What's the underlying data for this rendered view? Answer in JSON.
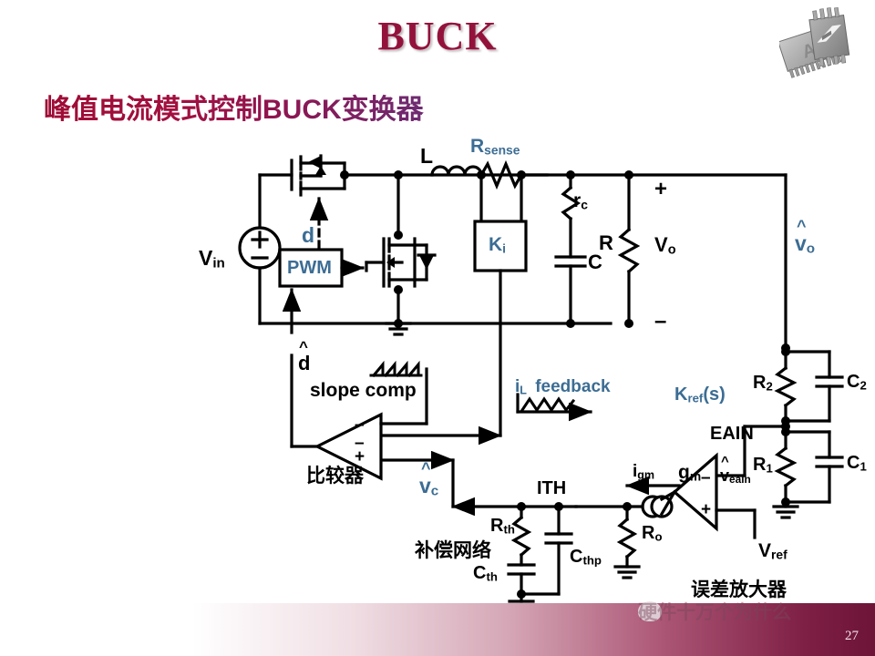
{
  "slide": {
    "title": "BUCK",
    "subtitle": "峰值电流模式控制BUCK变换器",
    "page_number": "27",
    "watermark": "硬件十万个为什么"
  },
  "colors": {
    "title": "#93123c",
    "accent_blue": "#3c6d94",
    "wire": "#000000",
    "bar_end": "#6d1438"
  },
  "power_stage": {
    "vin_label": "V",
    "vin_sub": "in",
    "pwm_block": "PWM",
    "duty_label": "d",
    "inductor_label": "L",
    "rsense_label": "R",
    "rsense_sub": "sense",
    "ki_label": "K",
    "ki_sub": "i",
    "esr_label": "r",
    "esr_sub": "c",
    "cap_label": "C",
    "load_label": "R",
    "vout_label": "V",
    "vout_sub": "o",
    "plus_sign": "+",
    "minus_sign": "–",
    "vout_hat_label": "v",
    "vout_hat_sub": "o"
  },
  "control": {
    "dhat_label": "d",
    "slope_comp": "slope comp",
    "comparator_cn": "比较器",
    "comparator_minus1": "–",
    "comparator_minus2": "–",
    "comparator_plus": "+",
    "il_feedback": "feedback",
    "il_label": "i",
    "il_sub": "L",
    "vc_label": "v",
    "vc_sub": "c",
    "ith_label": "ITH",
    "kref_label": "K",
    "kref_sub": "ref",
    "kref_tail": "(s)"
  },
  "compensation": {
    "title_cn": "补偿网络",
    "rth_label": "R",
    "rth_sub": "th",
    "cth_label": "C",
    "cth_sub": "th",
    "cthp_label": "C",
    "cthp_sub": "thp",
    "ro_label": "R",
    "ro_sub": "o"
  },
  "error_amp": {
    "title_cn": "误差放大器",
    "gm_label": "g",
    "gm_sub": "m",
    "igm_label": "i",
    "igm_sub": "gm",
    "veain_label": "v",
    "veain_sub": "eain",
    "eain_node": "EAIN",
    "vref_label": "V",
    "vref_sub": "ref",
    "minus_sign": "–",
    "plus_sign": "+"
  },
  "divider": {
    "r2_label": "R",
    "r2_sub": "2",
    "c2_label": "C",
    "c2_sub": "2",
    "r1_label": "R",
    "r1_sub": "1",
    "c1_label": "C",
    "c1_sub": "1"
  }
}
